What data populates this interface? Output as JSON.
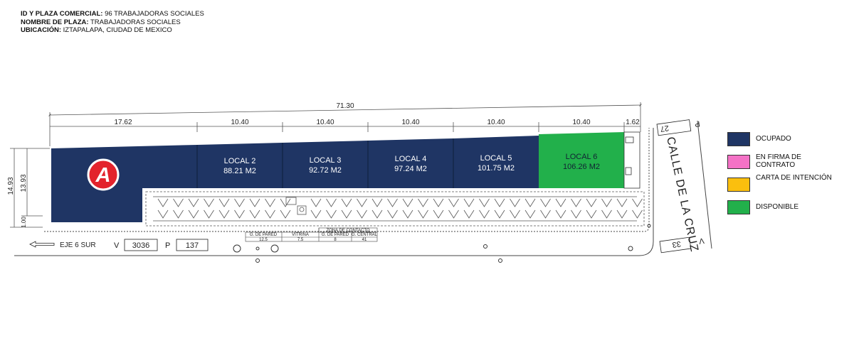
{
  "header": {
    "id_label": "ID Y PLAZA COMERCIAL:",
    "id_value": "96 TRABAJADORAS SOCIALES",
    "name_label": "NOMBRE DE PLAZA:",
    "name_value": "TRABAJADORAS SOCIALES",
    "location_label": "UBICACIÓN:",
    "location_value": "IZTAPALAPA, CIUDAD DE MEXICO"
  },
  "dimensions": {
    "total": "71.30",
    "seg1": "17.62",
    "seg2": "10.40",
    "seg3": "10.40",
    "seg4": "10.40",
    "seg5": "10.40",
    "seg6": "10.40",
    "seg7": "1.62",
    "left_outer": "14.93",
    "left_inner": "13.93",
    "left_bottom": "1.00"
  },
  "locales": [
    {
      "name": "LOCAL 2",
      "area": "88.21 M2",
      "status": "ocupado"
    },
    {
      "name": "LOCAL 3",
      "area": "92.72 M2",
      "status": "ocupado"
    },
    {
      "name": "LOCAL 4",
      "area": "97.24 M2",
      "status": "ocupado"
    },
    {
      "name": "LOCAL 5",
      "area": "101.75 M2",
      "status": "ocupado"
    },
    {
      "name": "LOCAL 6",
      "area": "106.26 M2",
      "status": "disponible"
    }
  ],
  "anchor_logo_letter": "A",
  "street": {
    "main": "EJE 6 SUR",
    "v_label": "V",
    "v_value": "3036",
    "p_label": "P",
    "p_value": "137",
    "side": "CALLE DE LA CRUZ",
    "side_top_p": "P",
    "side_top_value": "27",
    "side_bottom_v": "V",
    "side_bottom_value": "33"
  },
  "contact_table": {
    "zone_title": "ZONA DE CONTACTO",
    "headers": [
      "G. DE PARED",
      "VITRINA",
      "G. DE PARED",
      "G. CENTRAL"
    ],
    "values": [
      "12.5",
      "7.5",
      "8",
      "41"
    ]
  },
  "legend": [
    {
      "label": "OCUPADO",
      "color": "#1f3564"
    },
    {
      "label": "EN FIRMA DE CONTRATO",
      "color": "#f472c6"
    },
    {
      "label": "CARTA DE INTENCIÓN",
      "color": "#fbbf0e"
    },
    {
      "label": "DISPONIBLE",
      "color": "#22b04b"
    }
  ],
  "colors": {
    "occupied": "#1f3564",
    "available": "#22b04b",
    "logo_red": "#e3232c"
  }
}
